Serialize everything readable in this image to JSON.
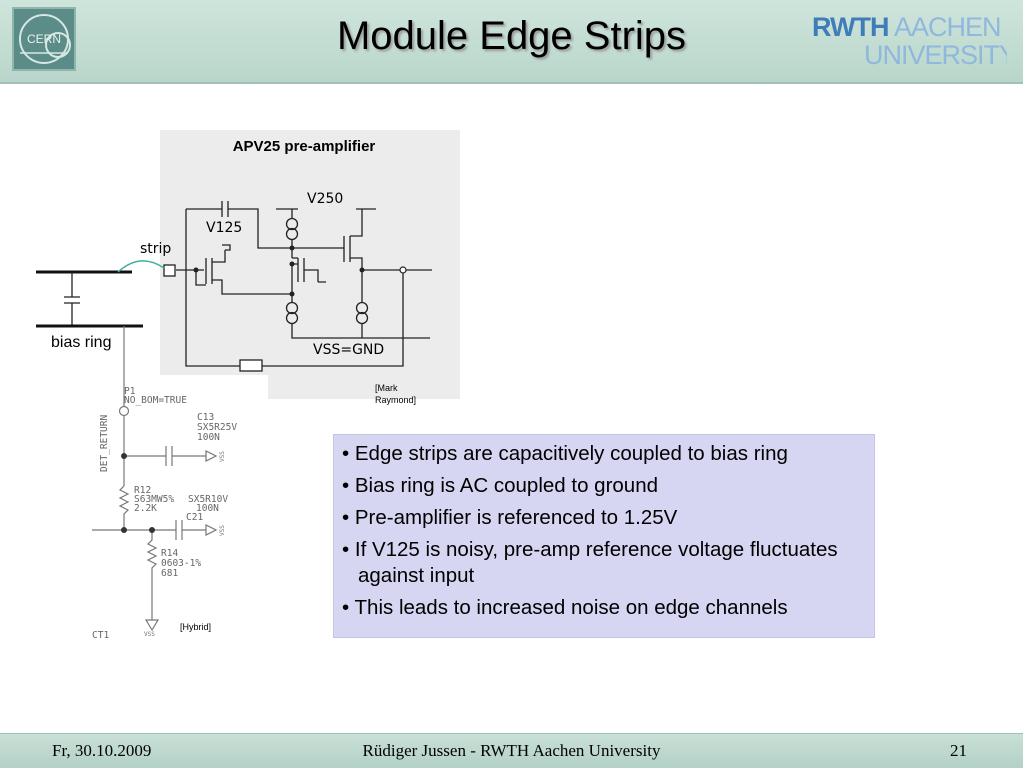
{
  "header": {
    "title": "Module Edge Strips",
    "cern_logo_text": "CERN",
    "rwth_logo_line1_a": "RWTH",
    "rwth_logo_line1_b": "AACHEN",
    "rwth_logo_line2": "UNIVERSITY"
  },
  "preamp_diagram": {
    "title": "APV25 pre-amplifier",
    "label_v250": "V250",
    "label_v125": "V125",
    "label_strip": "strip",
    "label_bias_ring": "bias ring",
    "label_vss": "VSS=GND",
    "credit_line1": "[Mark",
    "credit_line2": "Raymond]"
  },
  "hybrid_schematic": {
    "p1": "P1",
    "nobom": "NO_BOM=TRUE",
    "det_return": "DET_RETURN",
    "c13_name": "C13",
    "c13_type": "SX5R25V",
    "c13_value": "100N",
    "r12_name": "R12",
    "r12_type": "S63MW5%",
    "r12_value": "2.2K",
    "c21_type": "SX5R10V",
    "c21_value": "100N",
    "c21_name": "C21",
    "r14_name": "R14",
    "r14_type": "0603-1%",
    "r14_value": "681",
    "vss": "VSS",
    "ct1": "CT1",
    "credit": "[Hybrid]"
  },
  "bullets": [
    "Edge strips are capacitively coupled to bias ring",
    "Bias ring is AC coupled to ground",
    "Pre-amplifier is referenced to 1.25V",
    "If V125 is noisy, pre-amp reference voltage fluctuates against input",
    "This leads to increased noise on edge channels"
  ],
  "footer": {
    "date": "Fr, 30.10.2009",
    "author": "Rüdiger Jussen - RWTH Aachen University",
    "page": "21"
  }
}
